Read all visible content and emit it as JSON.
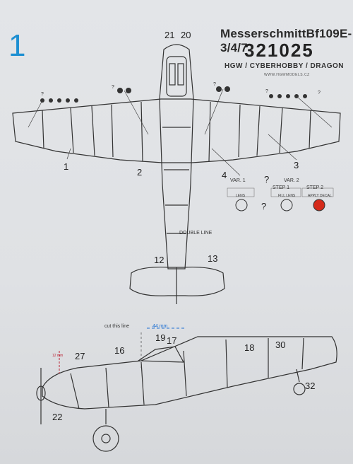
{
  "sheet_number": "1",
  "aircraft_title": "MesserschmittBf109E-3/4/7",
  "kit_number": "321025",
  "manufacturers": "HGW / CYBERHOBBY / DRAGON",
  "website": "WWW.HGWMODELS.CZ",
  "top_view": {
    "wing_callouts": [
      "1",
      "2",
      "3",
      "4"
    ],
    "fuselage_callouts": [
      "20",
      "21"
    ],
    "tail_callouts": [
      "12",
      "13"
    ],
    "unknown_marks": [
      "?",
      "?",
      "?",
      "?",
      "?",
      "?",
      "?"
    ],
    "double_line_label": "DOUBLE LINE"
  },
  "variants": {
    "var1_label": "VAR. 1",
    "var2_label": "VAR. 2",
    "question": "?",
    "step1_label": "STEP 1",
    "step2_label": "STEP 2",
    "step1_sub": "FILL LENS",
    "step2_sub": "APPLY DECAL",
    "var1_sub": "LENS",
    "lens_color": "#d42a1a"
  },
  "side_view": {
    "cut_line_label": "cut this line",
    "dimension_label": "44 mm",
    "vertical_dim": "12 mm",
    "callouts": [
      "16",
      "17",
      "18",
      "19",
      "22",
      "27",
      "30",
      "32"
    ]
  }
}
